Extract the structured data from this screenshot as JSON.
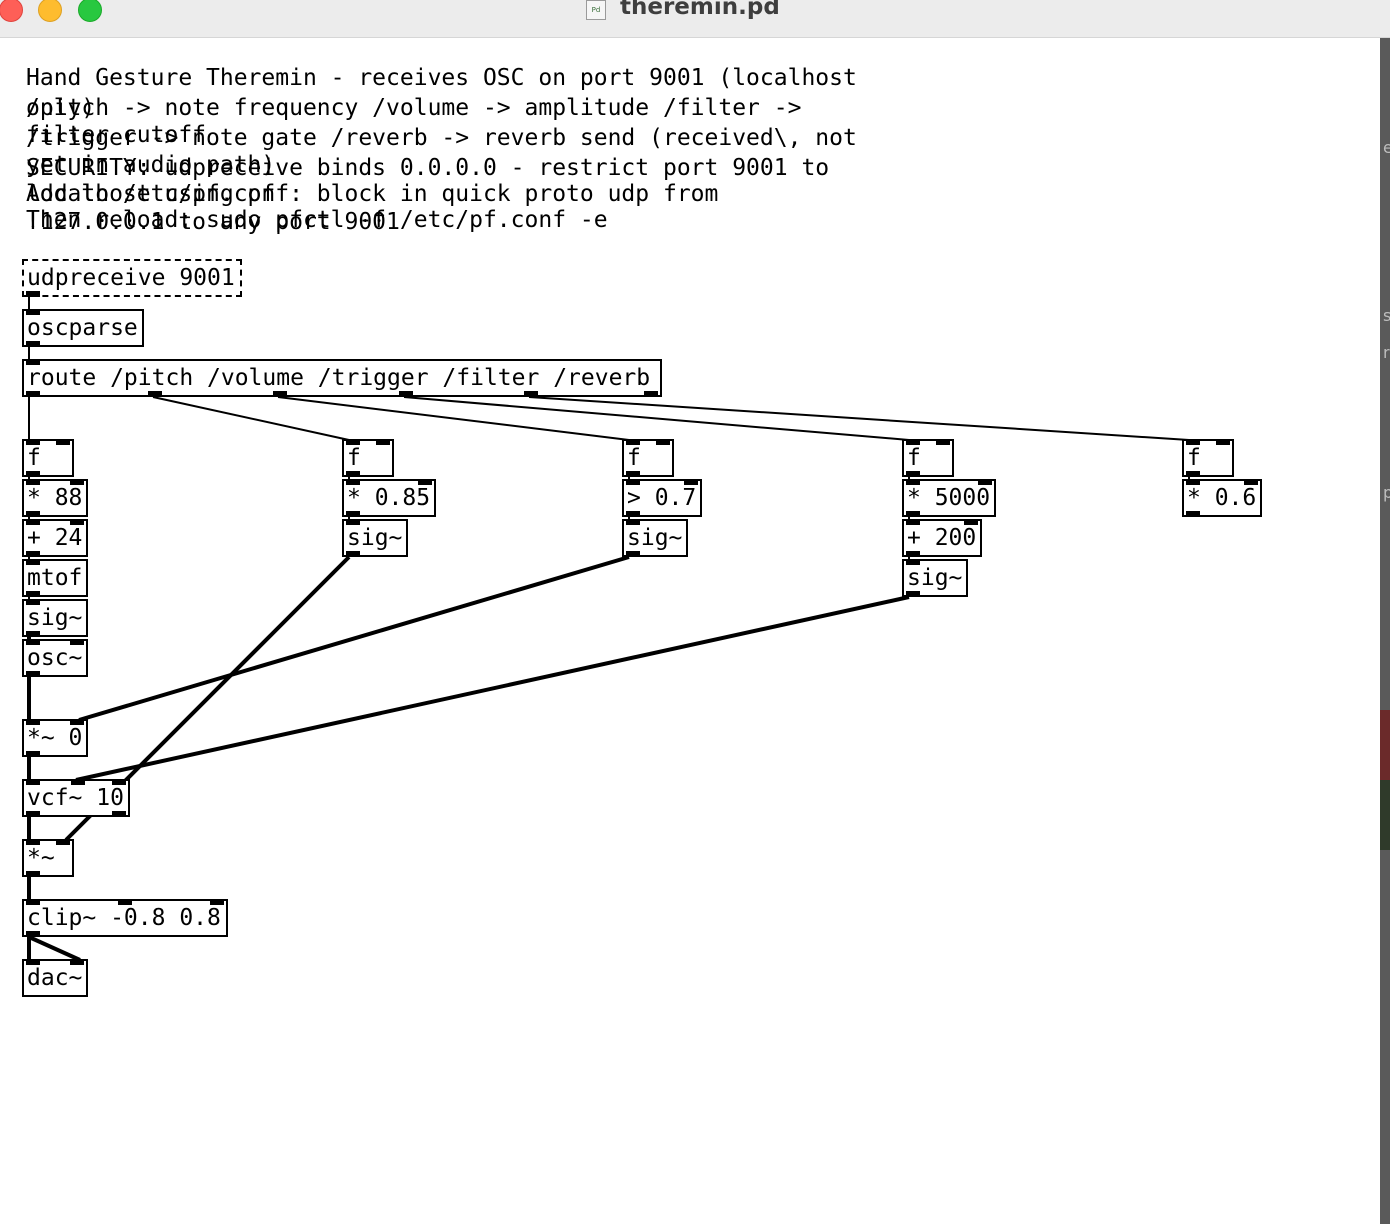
{
  "window": {
    "title": "theremin.pd",
    "doc_icon": "Pd",
    "buttons": [
      "close",
      "minimize",
      "zoom"
    ]
  },
  "comments": [
    "Hand Gesture Theremin - receives OSC on port 9001 (localhost",
    "only)",
    "/pitch -> note frequency /volume -> amplitude /filter ->",
    "/trigger -> note gate /reverb -> reverb send (received\\, not",
    "filter cutoff",
    "SECURITY: udpreceive binds 0.0.0.0 - restrict port 9001 to",
    "yet in audio path)",
    "Add to /etc/pf.conf: block in quick proto udp from",
    "localhost using pf",
    "Then reload: sudo pfctl -f /etc/pf.conf -e",
    "!127.0.0.1 to any port 9001"
  ],
  "objects": {
    "udpreceive": "udpreceive 9001",
    "oscparse": "oscparse",
    "route": "route /pitch /volume /trigger /filter /reverb",
    "f1": "f",
    "mul88": "* 88",
    "add24": "+ 24",
    "mtof": "mtof",
    "sig1": "sig~",
    "osc": "osc~",
    "f2": "f",
    "mul085": "* 0.85",
    "sig2": "sig~",
    "f3": "f",
    "gt07": "> 0.7",
    "sig3": "sig~",
    "f4": "f",
    "mul5000": "* 5000",
    "add200": "+ 200",
    "sig4": "sig~",
    "f5": "f",
    "mul06": "* 0.6",
    "mulsig0": "*~ 0",
    "vcf": "vcf~ 10",
    "mulsig": "*~",
    "clip": "clip~ -0.8 0.8",
    "dac": "dac~"
  },
  "colors": {
    "close": "#fe5f57",
    "minimize": "#febc2e",
    "zoom": "#28c840",
    "ink": "#000000"
  }
}
